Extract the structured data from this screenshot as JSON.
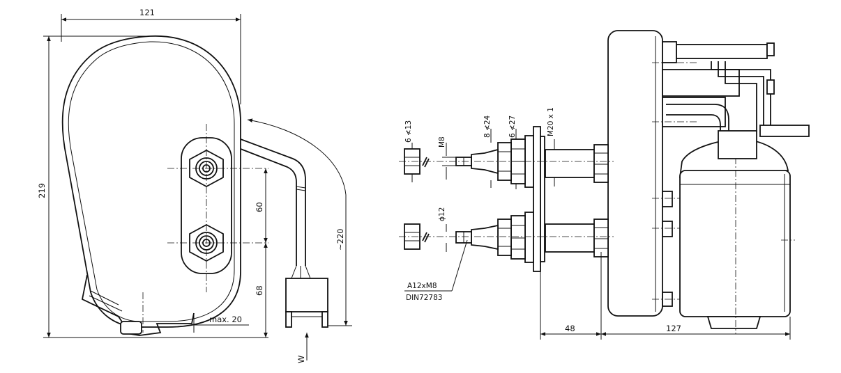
{
  "dimensions": {
    "width_121": "121",
    "height_219": "219",
    "pitch_60": "60",
    "offset_68": "68",
    "cable_220": "~220",
    "max_20": "max. 20",
    "w_label": "W",
    "nut_6x13": "6 ≮13",
    "thread_m8": "M8",
    "nut_8x24": "8 ≮24",
    "nut_6x27": "6 ≮27",
    "thread_m20": "M20 x 1",
    "dia_12": "ϕ12",
    "spline_line1": "A12xM8",
    "spline_line2": "DIN72783",
    "dist_48": "48",
    "dist_127": "127"
  },
  "colors": {
    "line": "#111111",
    "paper": "#ffffff"
  }
}
